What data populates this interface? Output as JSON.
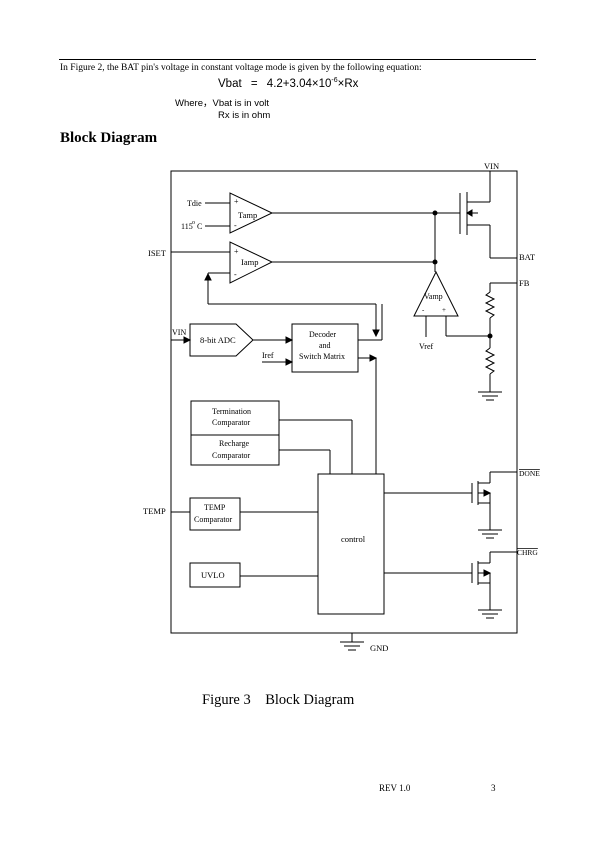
{
  "intro_text": "In Figure 2, the BAT pin's voltage in constant voltage mode is given by the following equation:",
  "equation": {
    "lhs": "Vbat",
    "eq": "=",
    "mid": "4.2+3.04×10",
    "exp": "-6",
    "rhs": "×Rx"
  },
  "where_label": "Where，Vbat is in volt",
  "where_line2": "Rx is in ohm",
  "section_heading": "Block Diagram",
  "diagram": {
    "pins": {
      "vin_top": "VIN",
      "bat": "BAT",
      "fb": "FB",
      "iset": "ISET",
      "temp": "TEMP",
      "done": "DONE",
      "chrg": "CHRG",
      "gnd": "GND"
    },
    "labels": {
      "tdie": "Tdie",
      "t115": "115",
      "deg": "o",
      "c": "C",
      "tamp": "Tamp",
      "iamp": "Iamp",
      "vamp": "Vamp",
      "plus": "+",
      "minus": "-",
      "vref": "Vref",
      "vin_adc": "VIN",
      "adc": "8-bit ADC",
      "iref": "Iref",
      "decoder_1": "Decoder",
      "decoder_2": "and",
      "decoder_3": "Switch Matrix",
      "term_1": "Termination",
      "term_2": "Comparator",
      "rech_1": "Recharge",
      "rech_2": "Comparator",
      "temp_1": "TEMP",
      "temp_2": "Comparator",
      "uvlo": "UVLO",
      "control": "control"
    }
  },
  "caption": "Figure 3    Block Diagram",
  "rev": "REV 1.0",
  "page_number": "3"
}
